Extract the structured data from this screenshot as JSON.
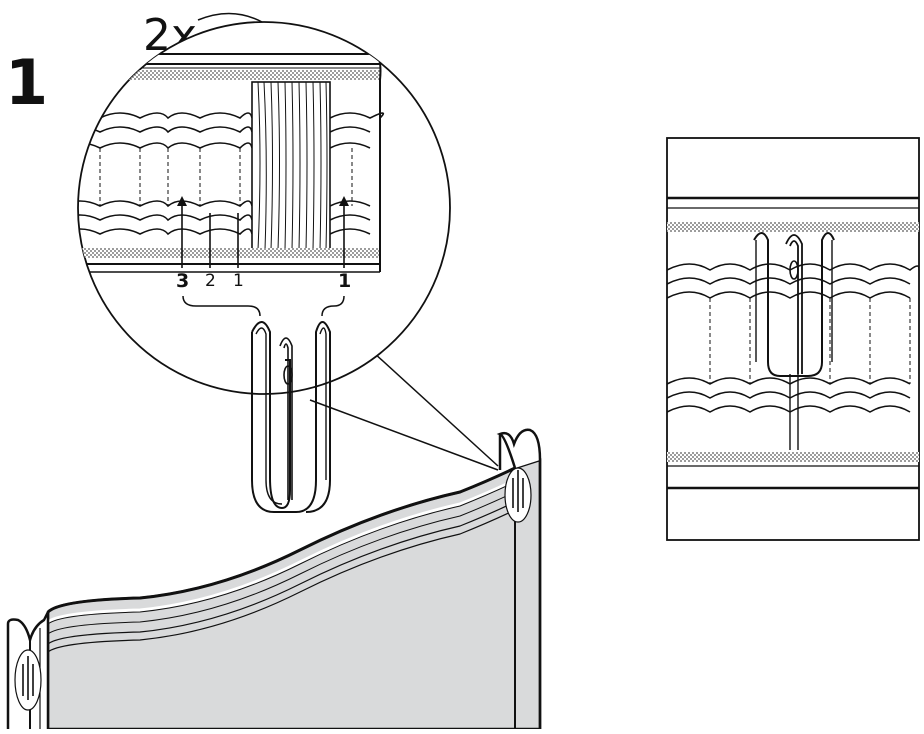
{
  "step": {
    "number": "1",
    "quantity": "2x"
  },
  "pleat_labels": {
    "left_bold": "3",
    "left_mid": "2",
    "left_small": "1",
    "right_bold": "1"
  },
  "icons": [
    "curtain-hook-icon",
    "curtain-panel",
    "pleat-tape"
  ],
  "colors": {
    "ink": "#111111",
    "panel": "#d9dadb",
    "tape_band": "#bdbdbd"
  }
}
